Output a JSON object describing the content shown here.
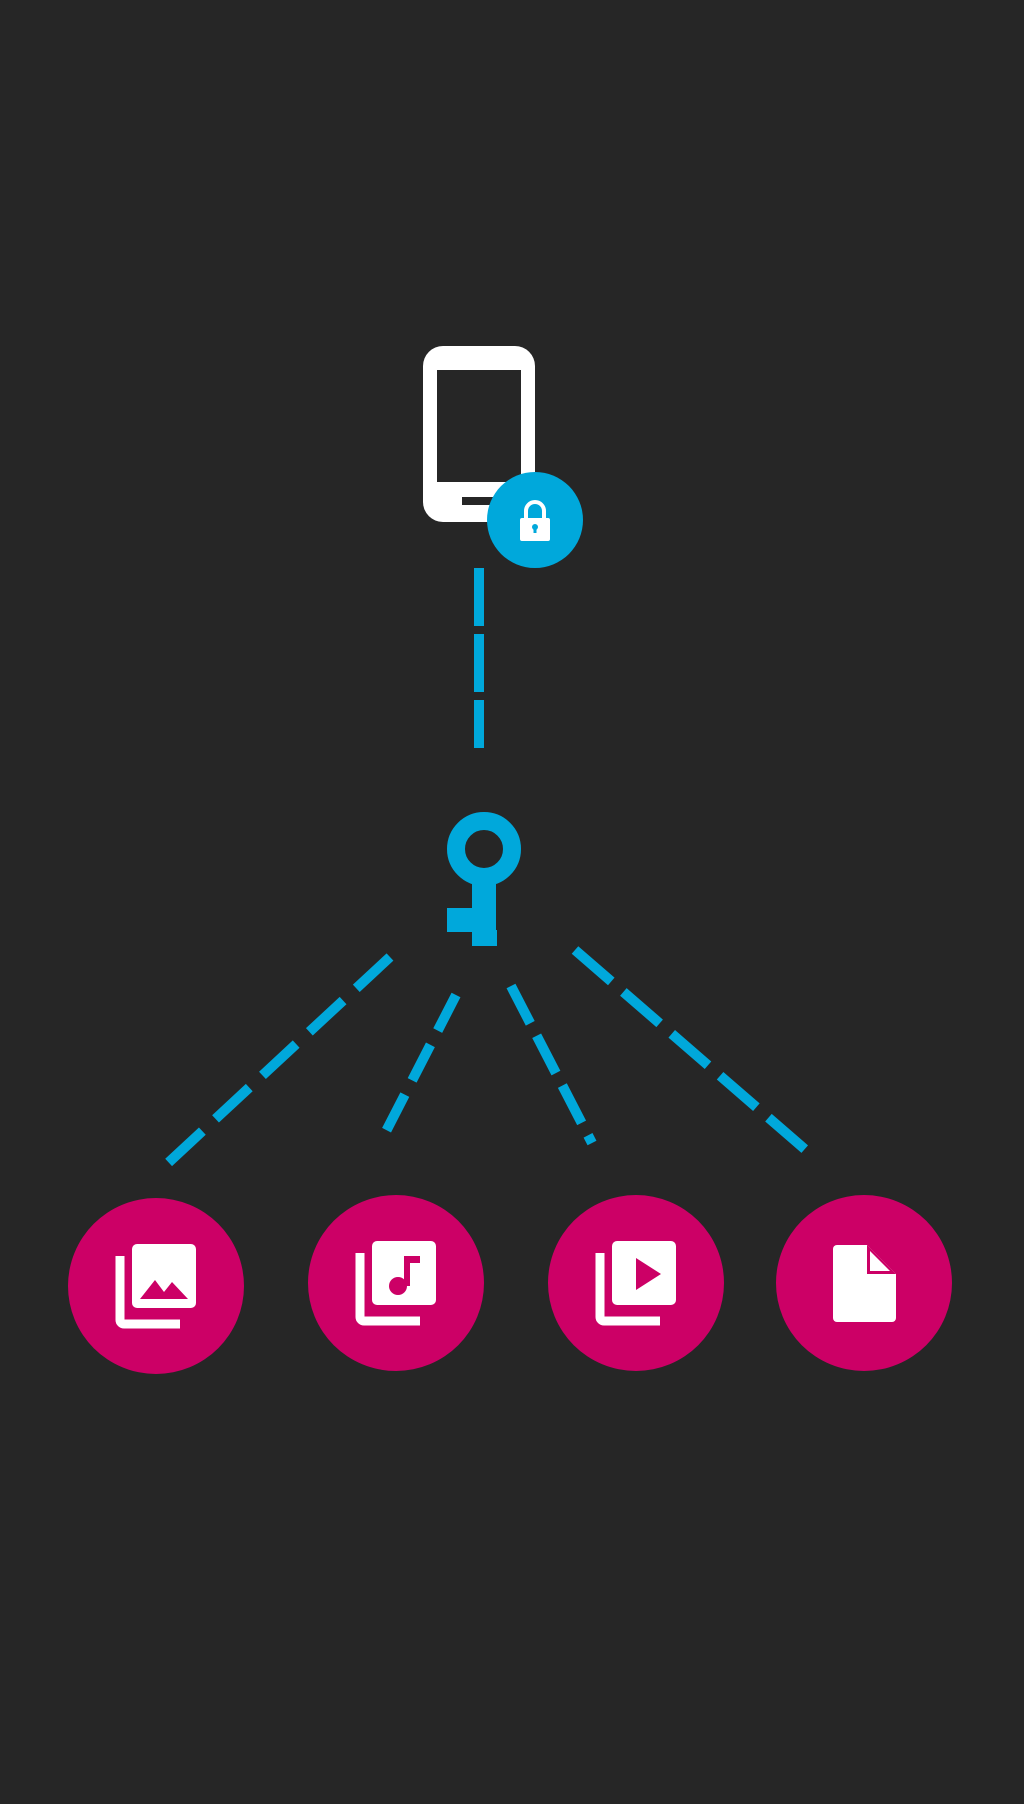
{
  "colors": {
    "background": "#262626",
    "accent": "#00A8DB",
    "media": "#CC0066",
    "device": "#FFFFFF"
  },
  "nodes": {
    "device": {
      "icon": "smartphone-icon",
      "badge": "lock-icon"
    },
    "key": {
      "icon": "key-icon"
    },
    "media": [
      {
        "icon": "photo-library-icon"
      },
      {
        "icon": "music-library-icon"
      },
      {
        "icon": "video-library-icon"
      },
      {
        "icon": "document-icon"
      }
    ]
  },
  "connectors": {
    "style": "dashed",
    "edges": [
      {
        "from": "device",
        "to": "key"
      },
      {
        "from": "key",
        "to": "photo-library"
      },
      {
        "from": "key",
        "to": "music-library"
      },
      {
        "from": "key",
        "to": "video-library"
      },
      {
        "from": "key",
        "to": "document"
      }
    ]
  }
}
